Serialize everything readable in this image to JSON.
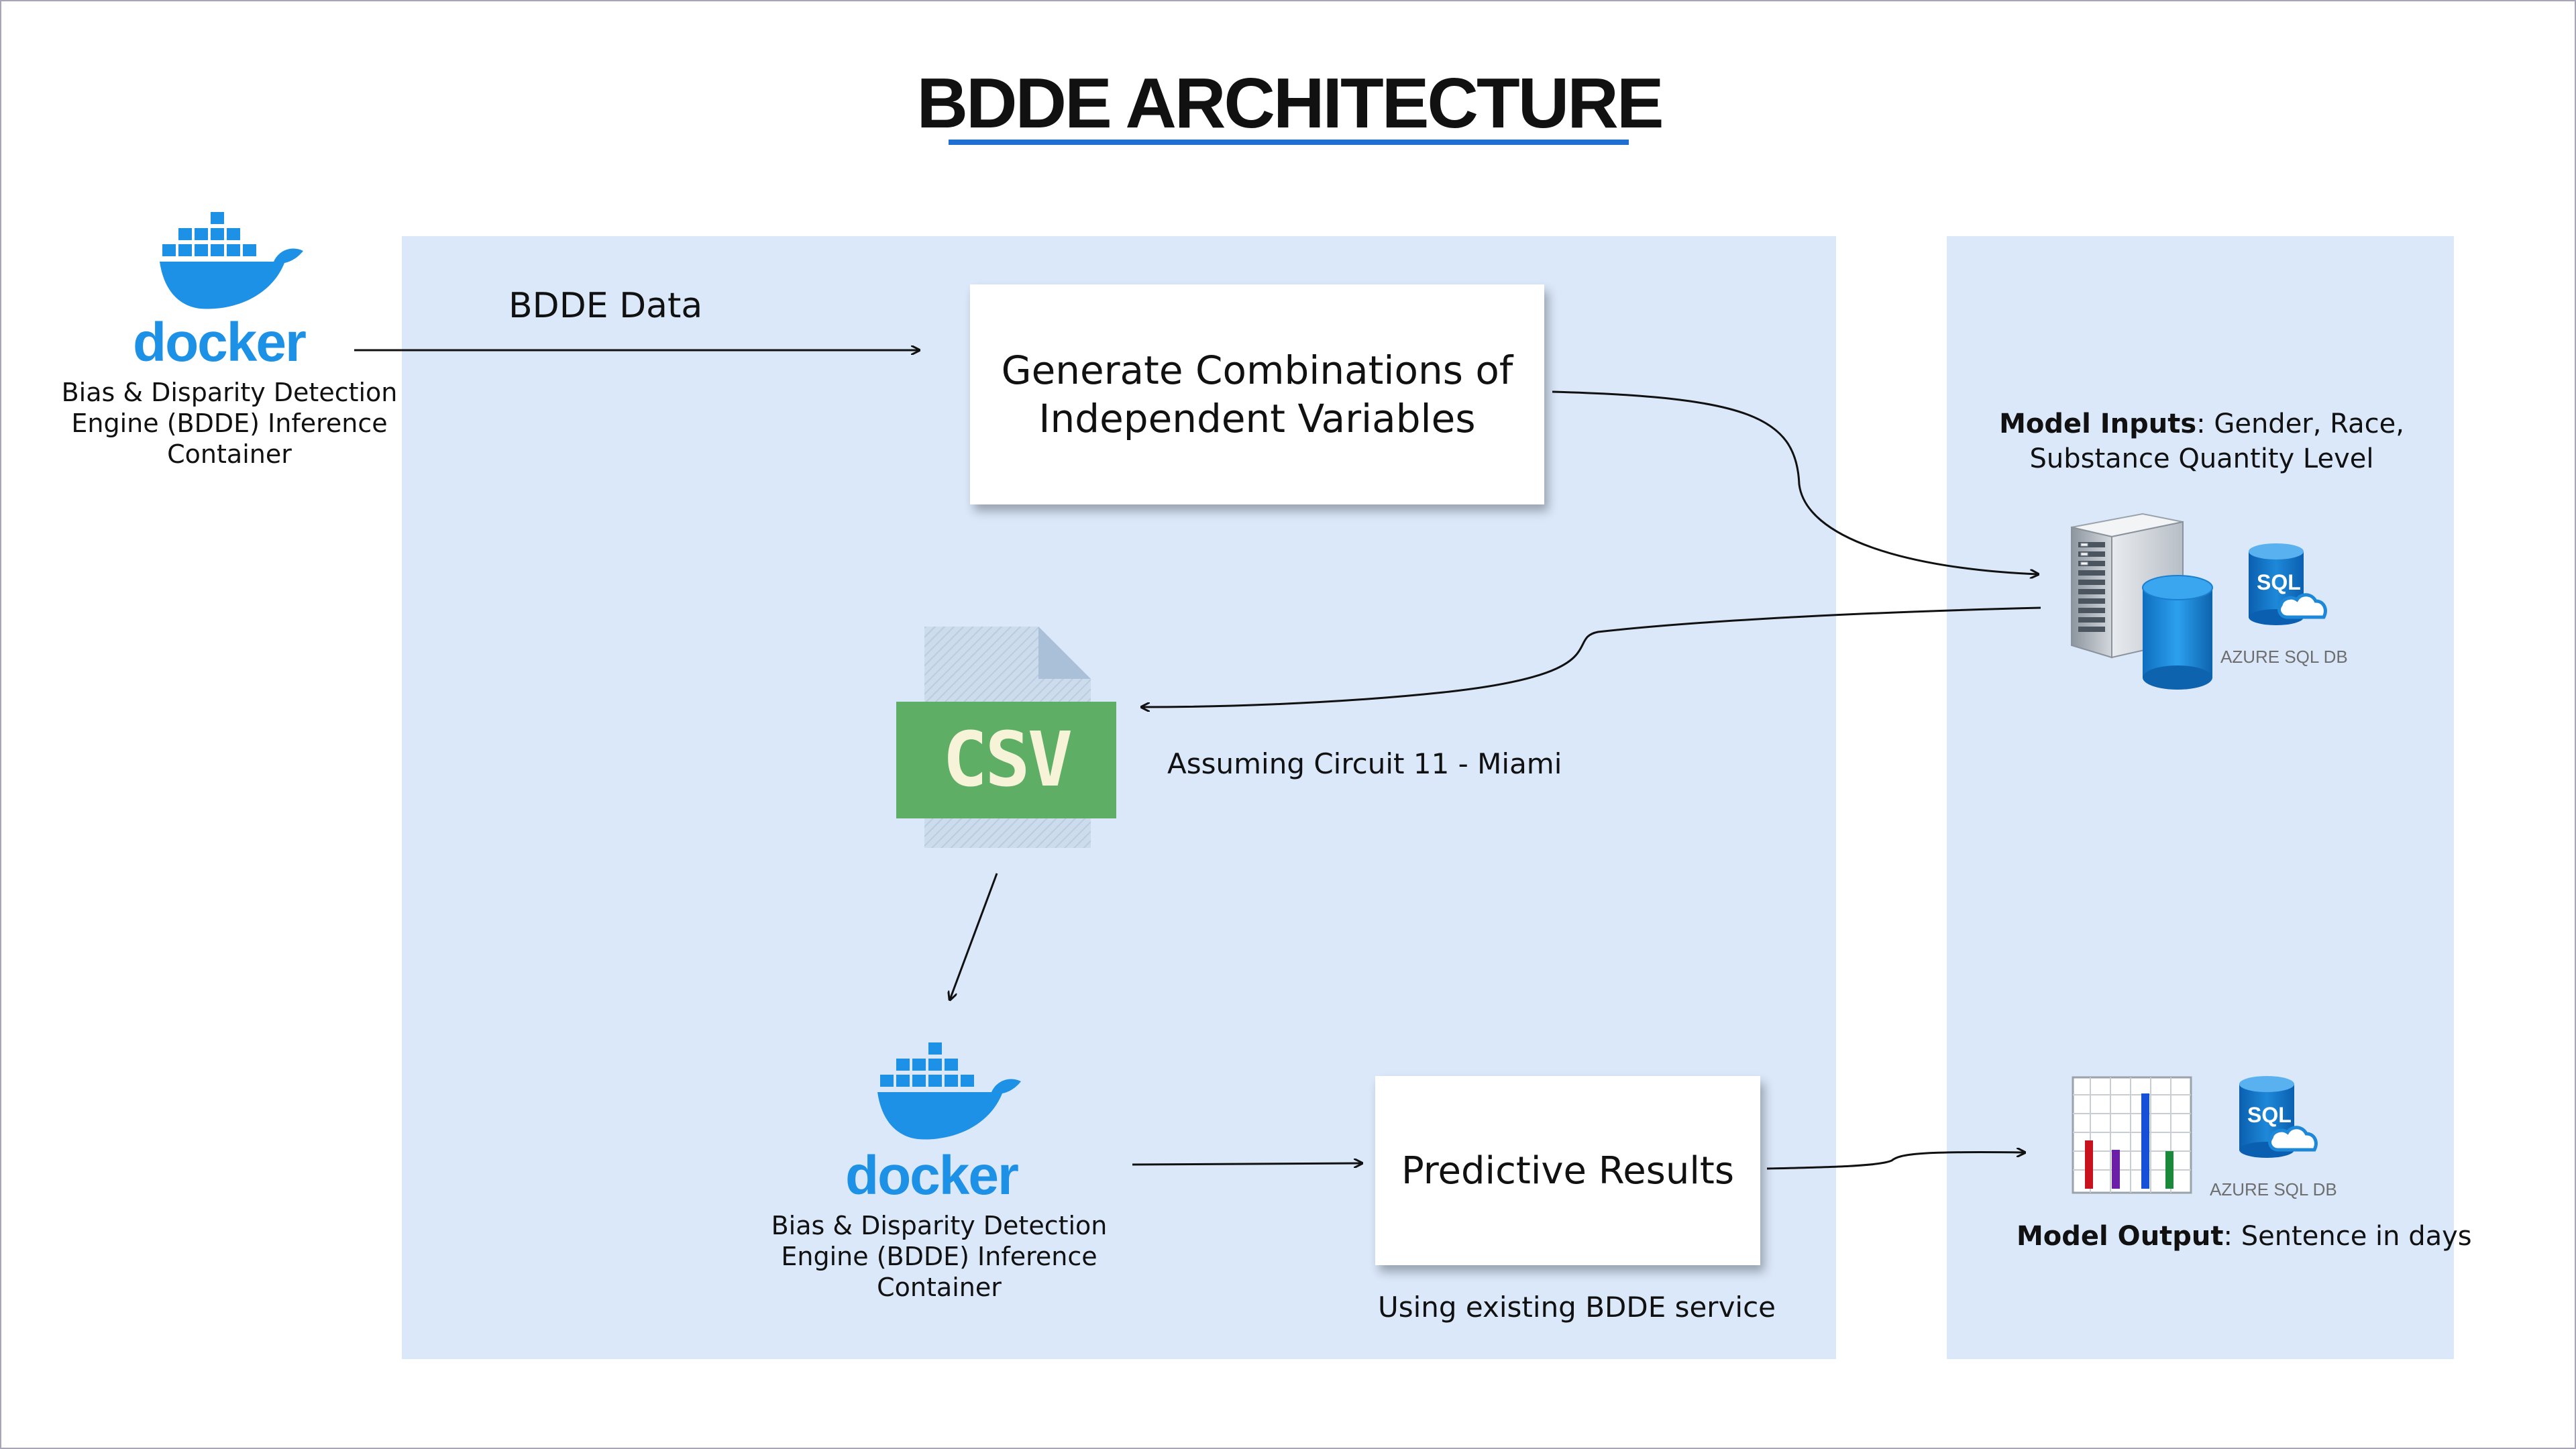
{
  "title": "BDDE ARCHITECTURE",
  "colors": {
    "panel": "#dae8fa",
    "title_underline": "#1f6fd1",
    "docker_blue": "#1d91e6",
    "csv_green": "#5fae65",
    "db_blue": "#1e88d8"
  },
  "docker_top": {
    "logo_text": "docker",
    "caption": [
      "Bias & Disparity Detection",
      "Engine (BDDE) Inference",
      "Container"
    ]
  },
  "edge_bdde_data": "BDDE Data",
  "generate_box": [
    "Generate Combinations of",
    "Independent Variables"
  ],
  "model_inputs": {
    "bold": "Model Inputs",
    "rest": ": Gender, Race,",
    "line2": "Substance Quantity Level"
  },
  "sql_label_top": "AZURE SQL DB",
  "sql_badge": "SQL",
  "csv_label": "CSV",
  "edge_assuming": "Assuming Circuit 11 - Miami",
  "docker_bottom": {
    "logo_text": "docker",
    "caption": [
      "Bias & Disparity Detection",
      "Engine (BDDE) Inference",
      "Container"
    ]
  },
  "predictive_box": "Predictive Results",
  "predictive_note": "Using existing BDDE service",
  "sql_label_bottom": "AZURE SQL DB",
  "model_output": {
    "bold": "Model Output",
    "rest": ": Sentence in days"
  },
  "icons": [
    "docker-whale-icon",
    "server-icon",
    "database-icon",
    "azure-sql-icon",
    "csv-file-icon",
    "bar-chart-icon"
  ]
}
